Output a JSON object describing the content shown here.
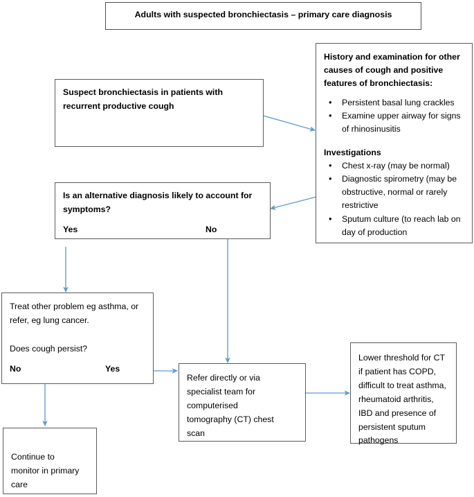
{
  "diagram": {
    "title": "Adults with suspected bronchiectasis – primary care diagnosis",
    "accent_arrow_color": "#5b9bd5",
    "box_border_color": "#5a5a5a",
    "nodes": {
      "suspect": {
        "line1": "Suspect bronchiectasis in patients with",
        "line2": "recurrent productive cough"
      },
      "history": {
        "heading_line1": "History and examination for other",
        "heading_line2": "causes of cough and positive",
        "heading_line3": "features of bronchiectasis:",
        "bullets": [
          "Persistent basal lung crackles",
          "Examine upper airway for signs of rhinosinusitis"
        ],
        "investigations_heading": "Investigations",
        "investigations_bullets": [
          "Chest x-ray (may be normal)",
          "Diagnostic spirometry (may be obstructive, normal or rarely restrictive",
          "Sputum culture (to reach lab on day of production"
        ]
      },
      "alt_diagnosis": {
        "question_line1": "Is an alternative diagnosis likely to account for",
        "question_line2": "symptoms?",
        "answer_left": "Yes",
        "answer_right": "No"
      },
      "treat_other": {
        "line1": "Treat other problem eg asthma, or",
        "line2": "refer, eg lung cancer.",
        "question": "Does cough persist?",
        "answer_left": "No",
        "answer_right": "Yes"
      },
      "continue_monitor": {
        "line1": "Continue to",
        "line2": "monitor in primary",
        "line3": "care"
      },
      "refer_ct": {
        "line1": "Refer directly or via",
        "line2": "specialist team for",
        "line3": "computerised",
        "line4": "tomography (CT) chest",
        "line5": "scan"
      },
      "lower_threshold": {
        "line1": "Lower threshold for CT",
        "line2": "if patient has COPD,",
        "line3": "difficult to treat asthma,",
        "line4": "rheumatoid arthritis,",
        "line5": "IBD and presence of",
        "line6": "persistent sputum",
        "line7": "pathogens"
      }
    }
  }
}
